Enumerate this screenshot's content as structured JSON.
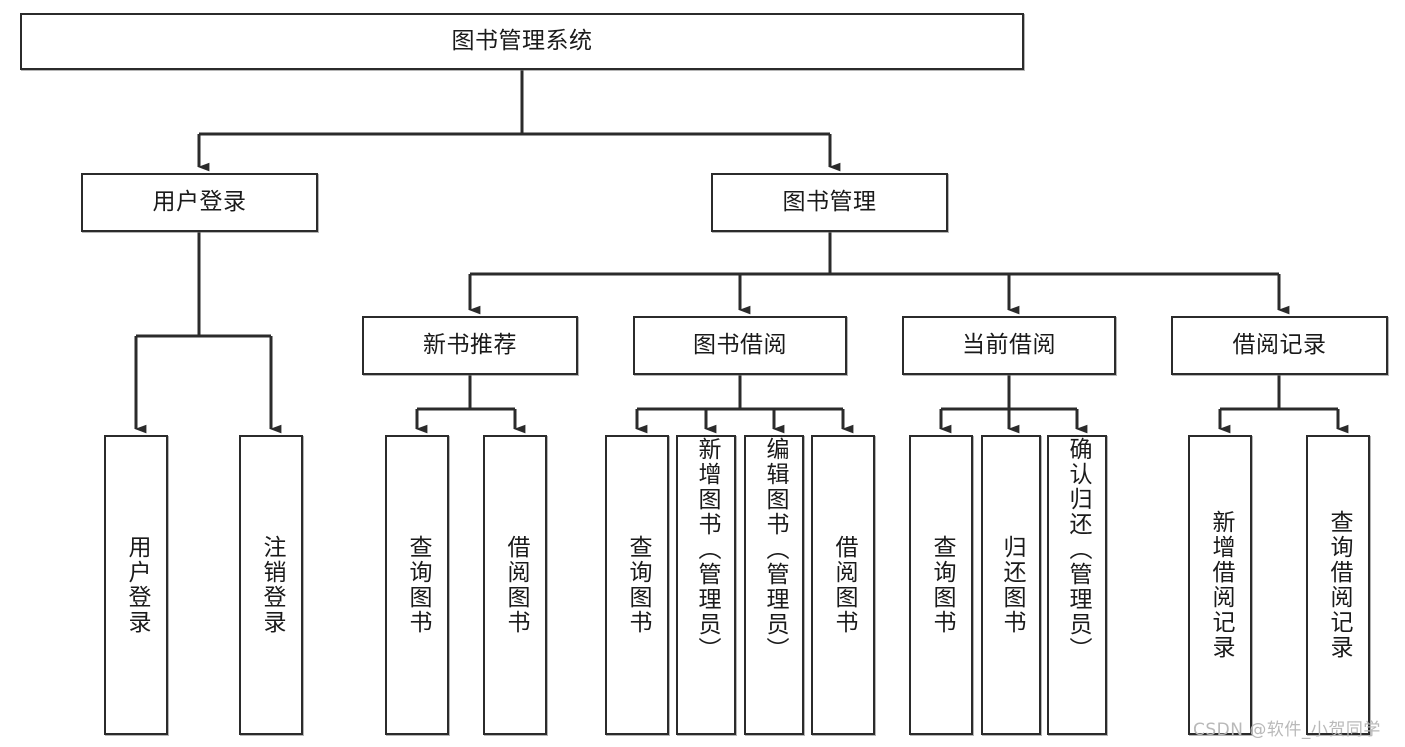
{
  "diagram": {
    "title": "图书管理系统",
    "type": "tree",
    "watermark": "CSDN @软件_小贺同学",
    "colors": {
      "box_border": "#2b2b2b",
      "box_fill": "#ffffff",
      "edge": "#2b2b2b",
      "text": "#1a1a1a",
      "watermark": "#b9b9b9"
    },
    "levels": {
      "root": "图书管理系统",
      "level2": [
        "用户登录",
        "图书管理"
      ],
      "level3": [
        "新书推荐",
        "图书借阅",
        "当前借阅",
        "借阅记录"
      ]
    },
    "nodes": {
      "root": {
        "label": "图书管理系统"
      },
      "user_login": {
        "label": "用户登录"
      },
      "book_manage": {
        "label": "图书管理"
      },
      "new_book_rec": {
        "label": "新书推荐"
      },
      "book_borrow": {
        "label": "图书借阅"
      },
      "current_borrow": {
        "label": "当前借阅"
      },
      "borrow_record": {
        "label": "借阅记录"
      },
      "leaf_user_login": {
        "label": "用户登录"
      },
      "leaf_user_logout": {
        "label": "注销登录"
      },
      "leaf_query_book_a": {
        "label": "查询图书"
      },
      "leaf_borrow_book_a": {
        "label": "借阅图书"
      },
      "leaf_query_book_b": {
        "label": "查询图书"
      },
      "leaf_add_book": {
        "label": "新增图书（管理员）"
      },
      "leaf_edit_book": {
        "label": "编辑图书（管理员）"
      },
      "leaf_borrow_book_b": {
        "label": "借阅图书"
      },
      "leaf_query_book_c": {
        "label": "查询图书"
      },
      "leaf_return_book": {
        "label": "归还图书"
      },
      "leaf_confirm_return": {
        "label": "确认归还（管理员）"
      },
      "leaf_add_record": {
        "label": "新增借阅记录"
      },
      "leaf_query_record": {
        "label": "查询借阅记录"
      }
    },
    "edges": [
      {
        "from": "root",
        "to": "user_login"
      },
      {
        "from": "root",
        "to": "book_manage"
      },
      {
        "from": "book_manage",
        "to": "new_book_rec"
      },
      {
        "from": "book_manage",
        "to": "book_borrow"
      },
      {
        "from": "book_manage",
        "to": "current_borrow"
      },
      {
        "from": "book_manage",
        "to": "borrow_record"
      },
      {
        "from": "user_login",
        "to": "leaf_user_login"
      },
      {
        "from": "user_login",
        "to": "leaf_user_logout"
      },
      {
        "from": "new_book_rec",
        "to": "leaf_query_book_a"
      },
      {
        "from": "new_book_rec",
        "to": "leaf_borrow_book_a"
      },
      {
        "from": "book_borrow",
        "to": "leaf_query_book_b"
      },
      {
        "from": "book_borrow",
        "to": "leaf_add_book"
      },
      {
        "from": "book_borrow",
        "to": "leaf_edit_book"
      },
      {
        "from": "book_borrow",
        "to": "leaf_borrow_book_b"
      },
      {
        "from": "current_borrow",
        "to": "leaf_query_book_c"
      },
      {
        "from": "current_borrow",
        "to": "leaf_return_book"
      },
      {
        "from": "current_borrow",
        "to": "leaf_confirm_return"
      },
      {
        "from": "borrow_record",
        "to": "leaf_add_record"
      },
      {
        "from": "borrow_record",
        "to": "leaf_query_record"
      }
    ]
  }
}
